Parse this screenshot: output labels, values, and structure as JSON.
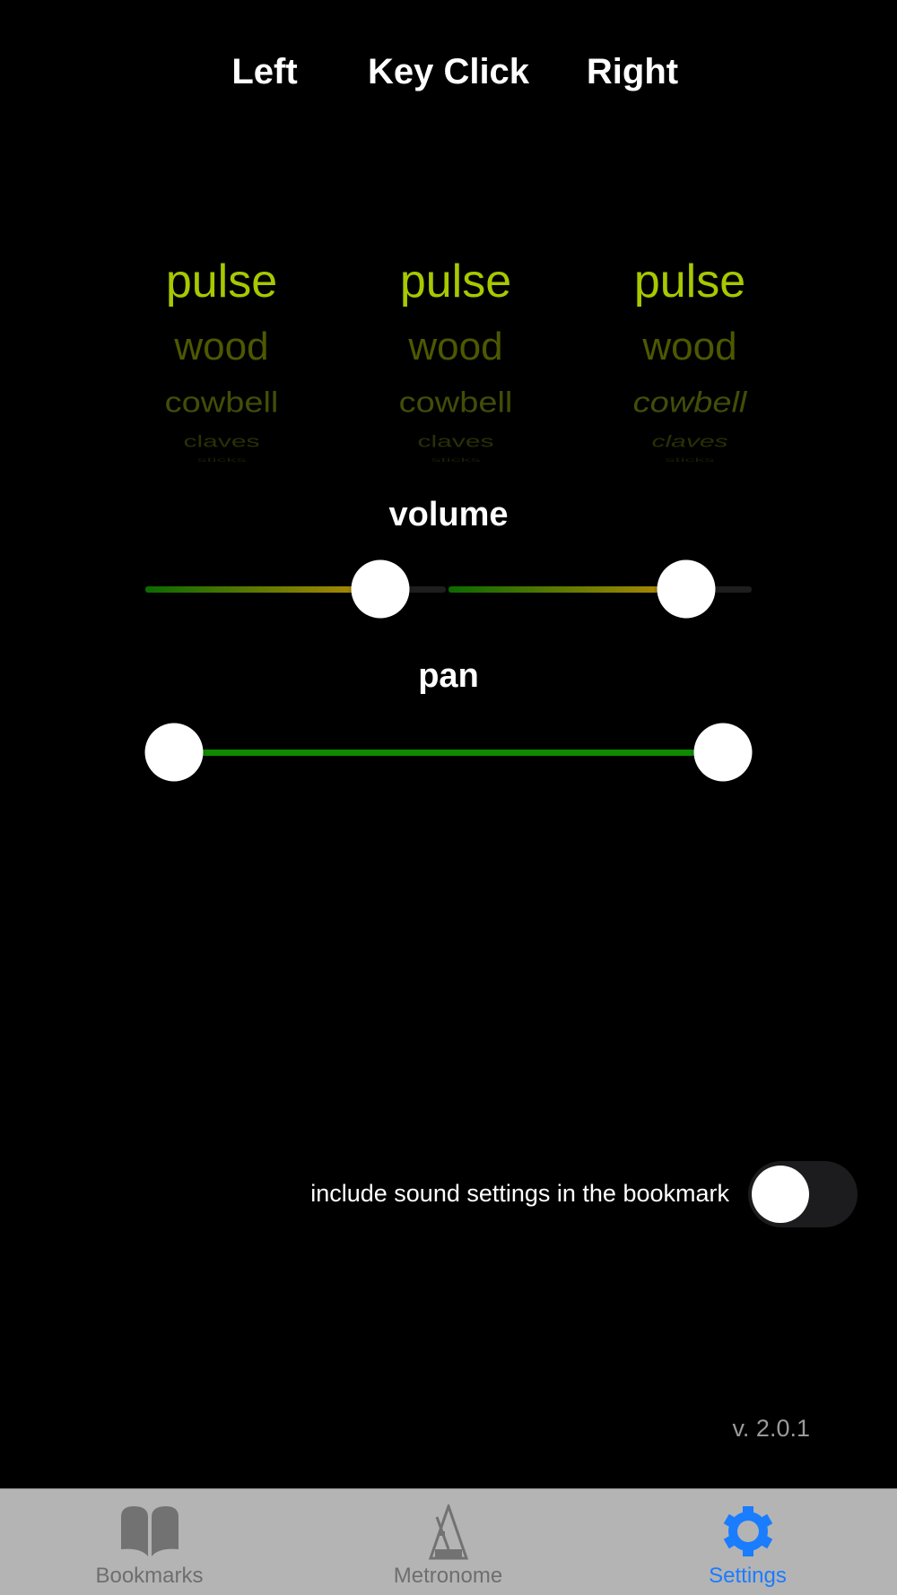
{
  "header": {
    "left": "Left",
    "key_click": "Key Click",
    "right": "Right"
  },
  "pickers": [
    {
      "channel": "left",
      "selected": "pulse",
      "items": [
        "pulse",
        "wood",
        "cowbell",
        "claves",
        "sticks"
      ]
    },
    {
      "channel": "key_click",
      "selected": "pulse",
      "items": [
        "pulse",
        "wood",
        "cowbell",
        "claves",
        "sticks"
      ]
    },
    {
      "channel": "right",
      "selected": "pulse",
      "items": [
        "pulse",
        "wood",
        "cowbell",
        "claves",
        "sticks"
      ]
    }
  ],
  "volume": {
    "label": "volume",
    "left_value": 0.85,
    "right_value": 0.85
  },
  "pan": {
    "label": "pan",
    "left_value": 0.0,
    "right_value": 1.0
  },
  "bookmark_toggle": {
    "label": "include sound settings in the bookmark",
    "on": false
  },
  "version": "v. 2.0.1",
  "tabs": [
    {
      "label": "Bookmarks",
      "icon": "book-icon",
      "active": false
    },
    {
      "label": "Metronome",
      "icon": "metronome-icon",
      "active": false
    },
    {
      "label": "Settings",
      "icon": "gear-icon",
      "active": true
    }
  ],
  "colors": {
    "accent": "#a8c800",
    "tab_active": "#1a7cff",
    "tab_inactive": "#6e6e6e",
    "tabbar_bg": "#b4b4b4"
  }
}
